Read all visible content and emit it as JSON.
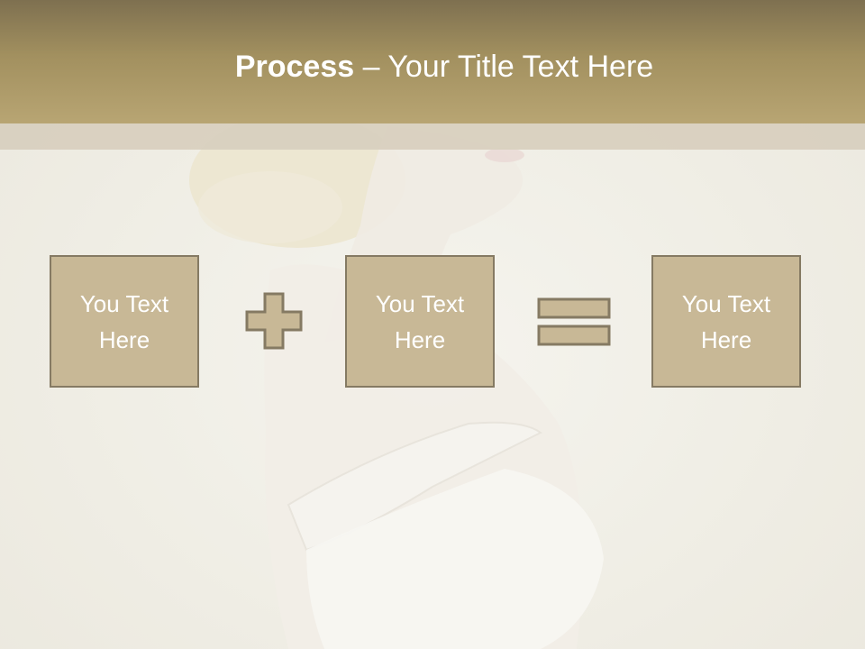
{
  "title": {
    "bold": "Process",
    "rest": " – Your Title Text Here"
  },
  "boxes": [
    {
      "label": "You Text Here"
    },
    {
      "label": "You Text Here"
    },
    {
      "label": "You Text Here"
    }
  ],
  "operators": {
    "first": "plus-icon",
    "second": "equals-icon"
  },
  "colors": {
    "header_dark": "#7e7050",
    "header_light": "#b8a573",
    "box_fill": "#c8b896",
    "box_border": "#857a63",
    "background": "#f1efe7"
  }
}
